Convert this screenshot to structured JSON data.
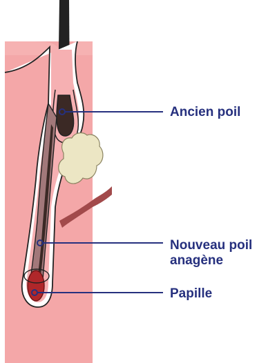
{
  "top_caption": "",
  "colors": {
    "skin": "#f4a7a8",
    "skin_light": "#f7b9b9",
    "hair": "#3b2925",
    "sheath": "#a2787a",
    "sebaceous_gland": "#ece6c4",
    "papilla": "#b0272a",
    "arrector_muscle": "#a24a4b",
    "label_text": "#26307e",
    "leader_line": "#26307e"
  },
  "labels": {
    "ancien_poil": "Ancien poil",
    "nouveau_poil_line1": "Nouveau poil",
    "nouveau_poil_line2": "anagène",
    "papille": "Papille"
  }
}
